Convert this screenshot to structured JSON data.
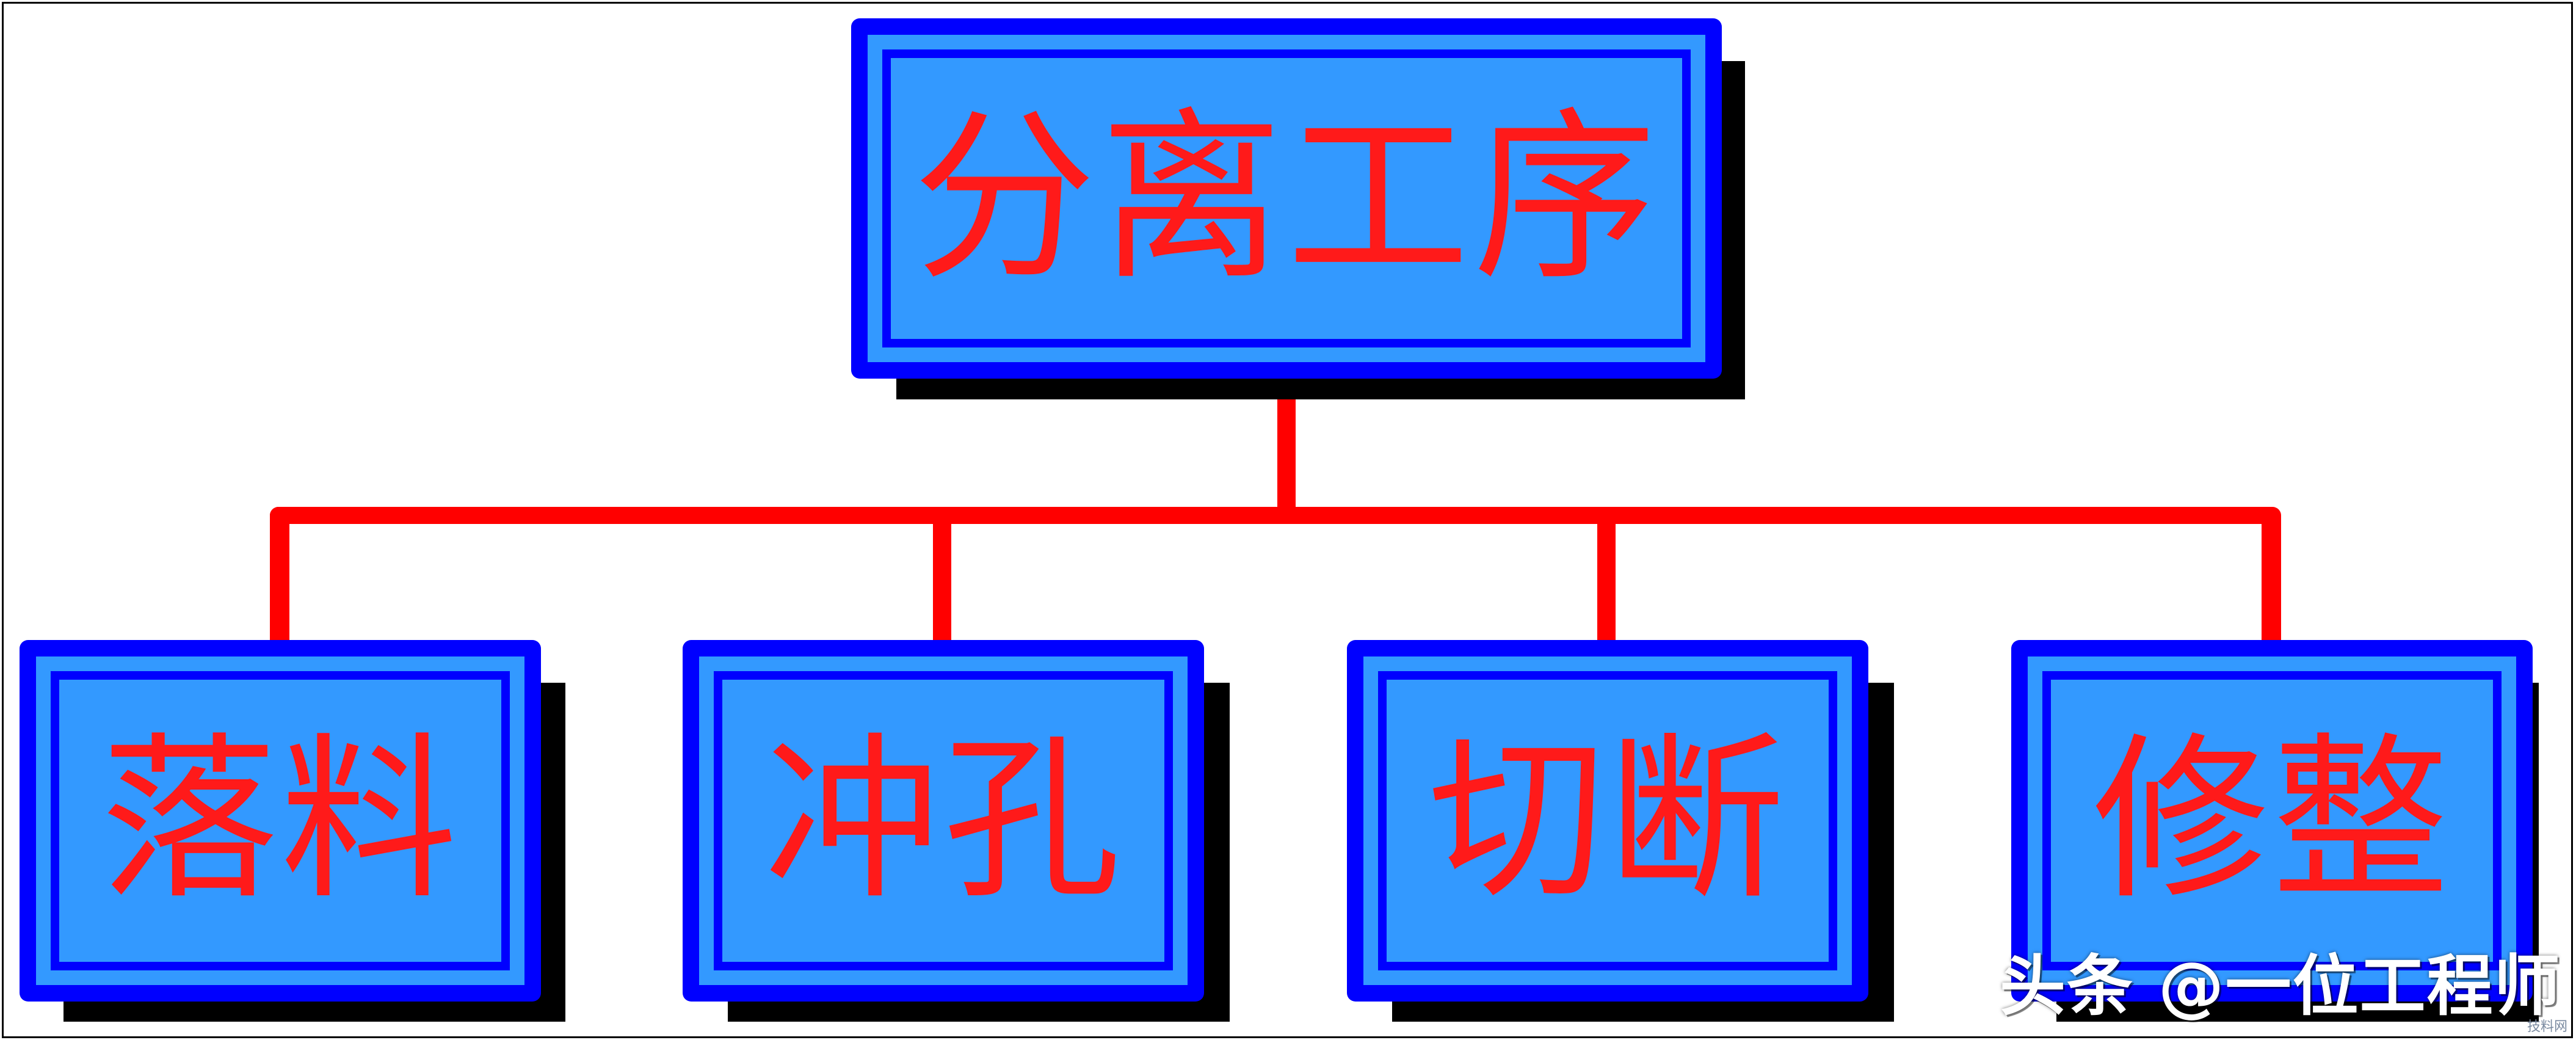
{
  "diagram": {
    "root": {
      "label": "分离工序"
    },
    "children": [
      {
        "label": "落料"
      },
      {
        "label": "冲孔"
      },
      {
        "label": "切断"
      },
      {
        "label": "修整"
      }
    ]
  },
  "colors": {
    "box_outer": "#0000ff",
    "box_fill": "#3399ff",
    "text": "#ff1a1a",
    "connector": "#ff0000",
    "shadow": "#000000"
  },
  "watermark": {
    "text": "头条 @一位工程师",
    "corner_logo": "技料网"
  }
}
